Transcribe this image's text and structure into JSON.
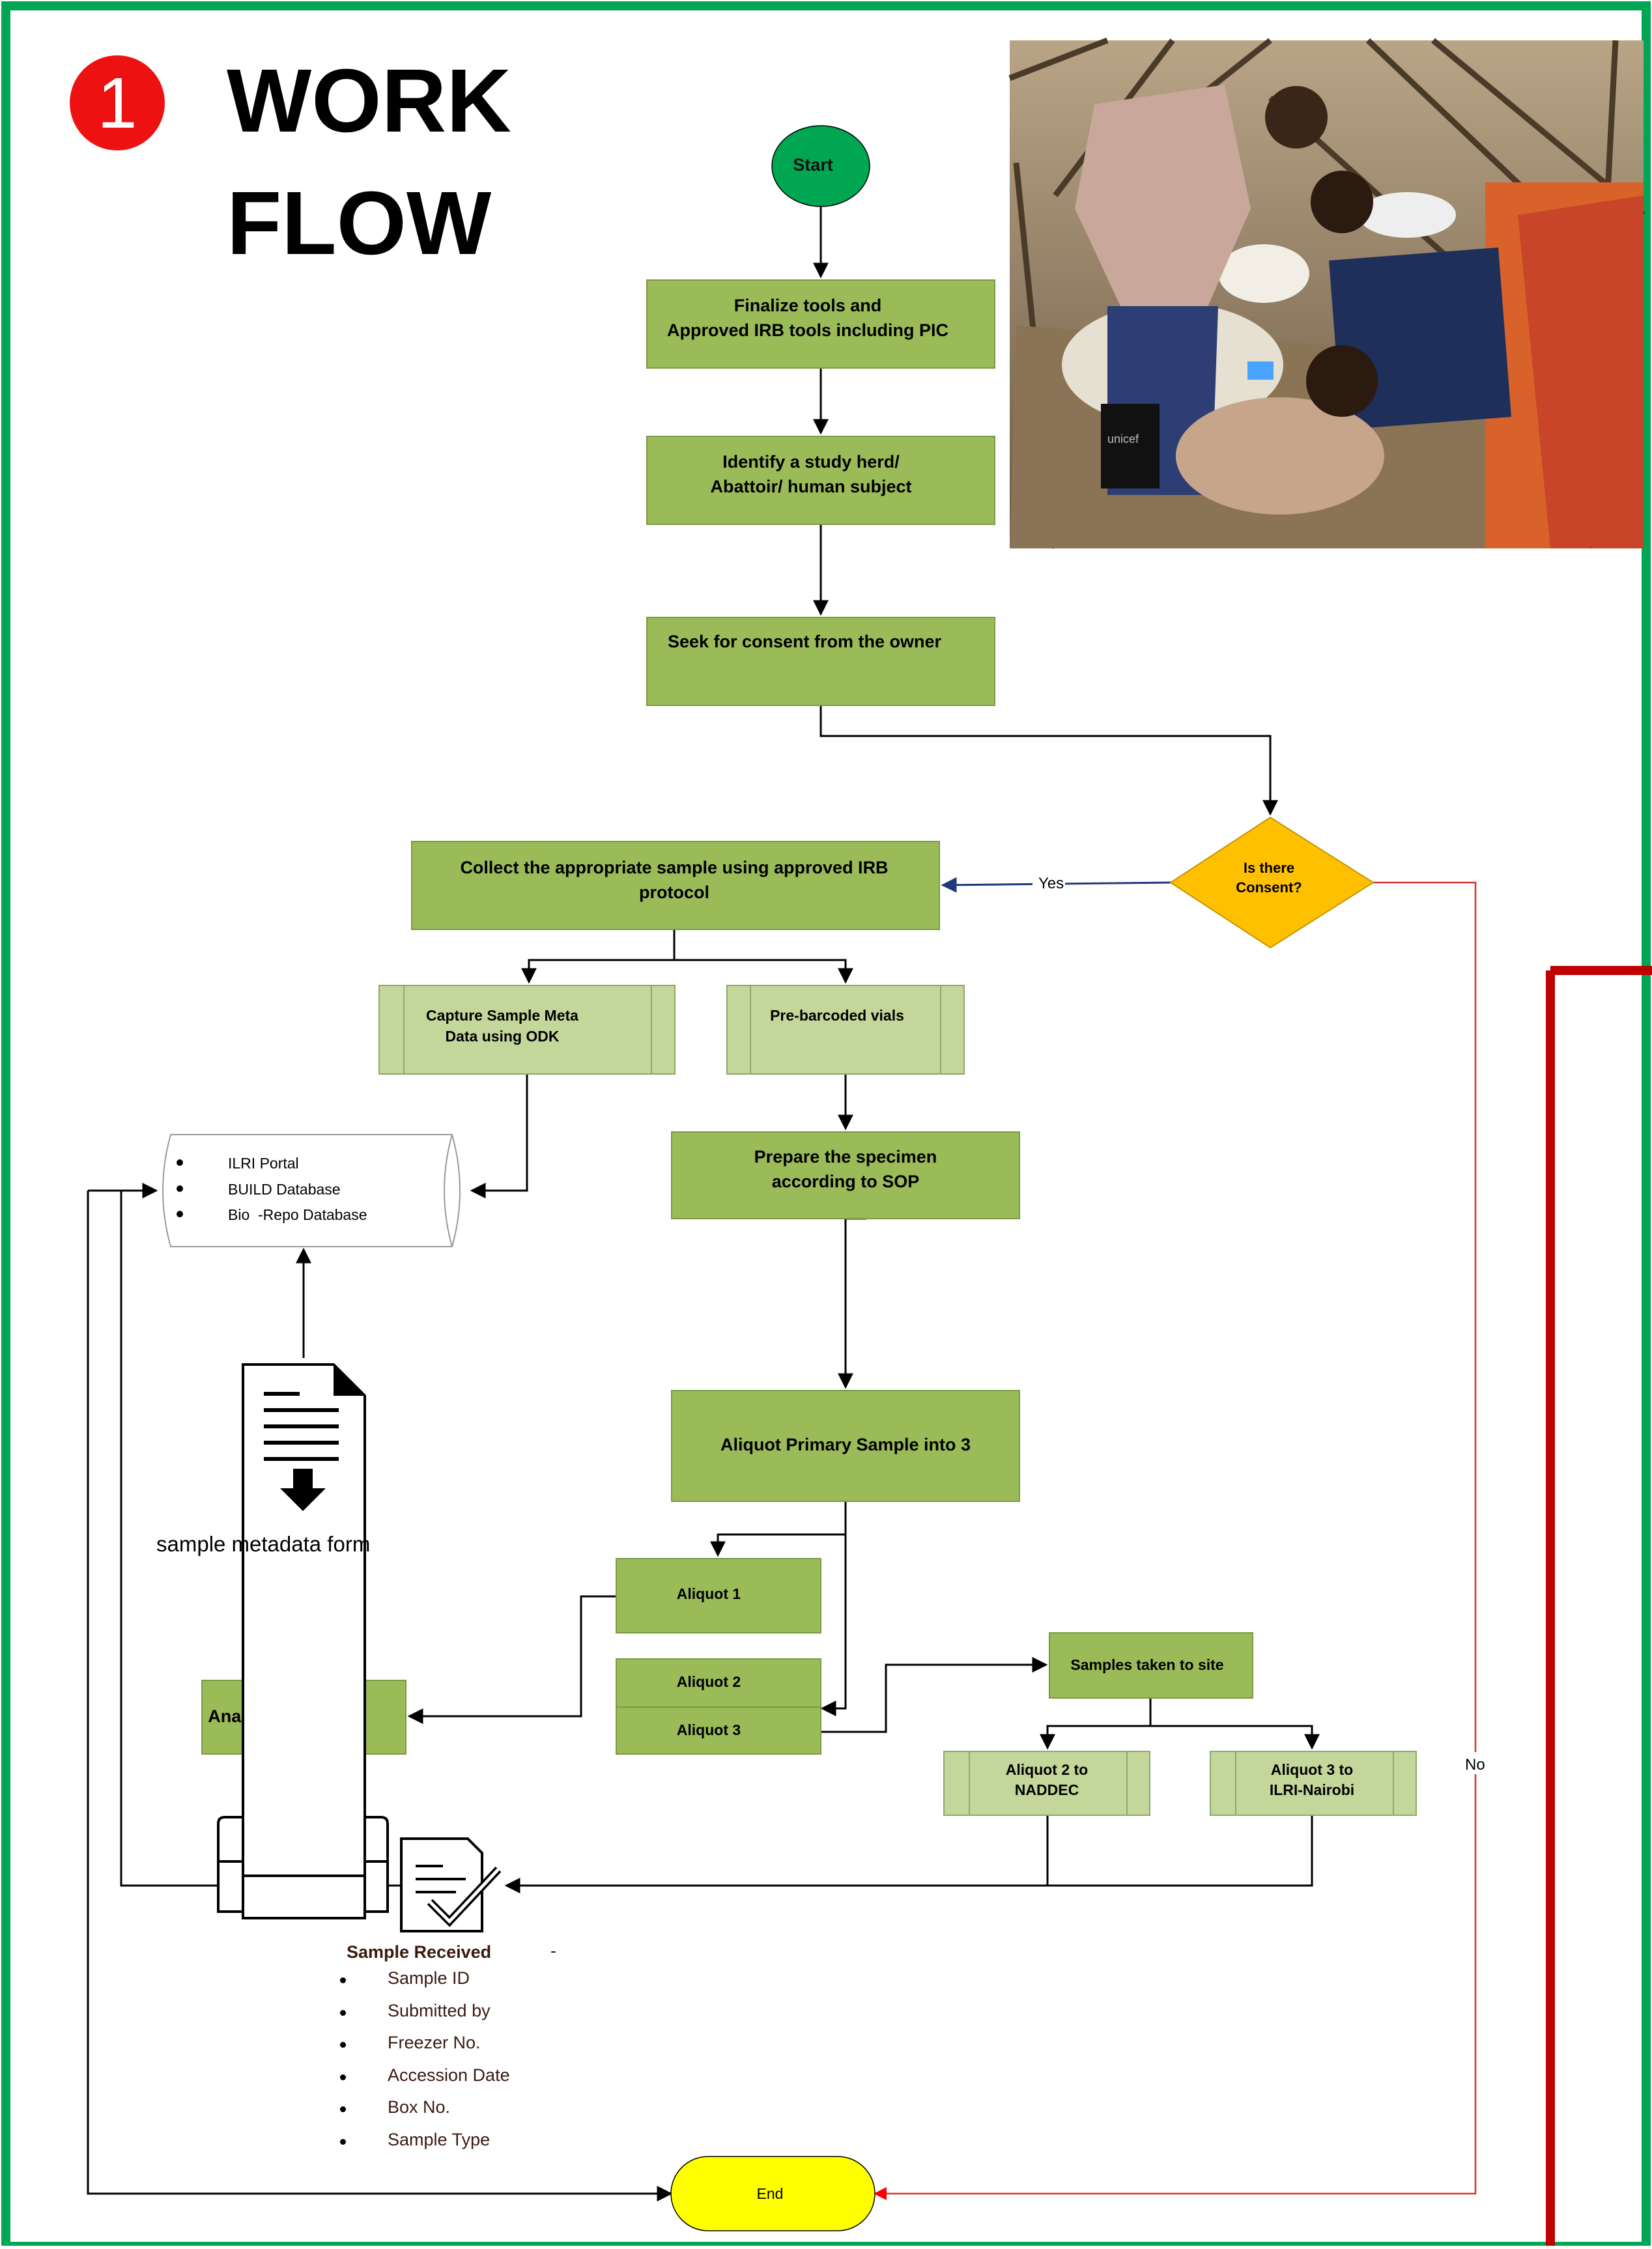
{
  "header": {
    "badge_number": "1",
    "title_line1": "WORK",
    "title_line2": "FLOW"
  },
  "nodes": {
    "start": "Start",
    "finalize_line1": "Finalize tools and",
    "finalize_line2": "Approved IRB tools including PIC",
    "identify_line1": "Identify a study herd/",
    "identify_line2": "Abattoir/ human subject",
    "consent_seek": "Seek for consent from the owner",
    "decision_line1": "Is there",
    "decision_line2": "Consent?",
    "collect_line1": "Collect the appropriate sample using approved IRB",
    "collect_line2": "protocol",
    "capture_line1": "Capture Sample Meta",
    "capture_line2": "Data using ODK",
    "vials": "Pre-barcoded vials",
    "prepare_line1": "Prepare the specimen",
    "prepare_line2": "according to SOP",
    "aliquot_primary": "Aliquot Primary Sample into 3",
    "aliquot1": "Aliquot 1",
    "aliquot2": "Aliquot 2",
    "aliquot3": "Aliquot 3",
    "analyze": "Analyze Sample",
    "samples_site": "Samples taken to site",
    "naddec_line1": "Aliquot 2 to",
    "naddec_line2": "NADDEC",
    "ilri_line1": "Aliquot 3 to",
    "ilri_line2": "ILRI-Nairobi",
    "end": "End"
  },
  "database_items": [
    "ILRI Portal",
    "BUILD Database",
    "Bio  -Repo Database"
  ],
  "metadata_form_label": "sample metadata form",
  "received": {
    "title": "Sample Received",
    "dash": "-",
    "items": [
      "Sample ID",
      "Submitted by",
      "Freezer No.",
      "Accession Date",
      "Box No.",
      "Sample Type"
    ]
  },
  "edge_labels": {
    "yes": "Yes",
    "no": "No"
  },
  "photo_caption_text": "unicef",
  "colors": {
    "frame_green": "#00a651",
    "process_green": "#9bbb59",
    "light_green": "#c4d79b",
    "start_green": "#00a651",
    "decision_yellow": "#ffc000",
    "end_yellow": "#ffff00",
    "badge_red": "#ee1111",
    "no_line_red": "#ff0000",
    "dark_red_border": "#c00000"
  }
}
